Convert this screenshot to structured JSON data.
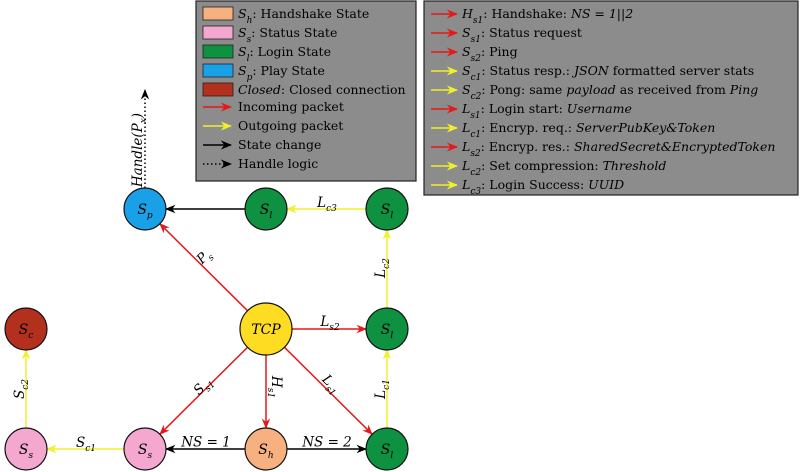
{
  "colors": {
    "handshake": "#f7b07f",
    "status": "#f4a7cf",
    "login": "#0e9140",
    "play": "#1aa0e6",
    "closed": "#b3301e",
    "tcp": "#fddc22",
    "incoming": "#e41a1a",
    "outgoing": "#f1f02a",
    "state_change": "#000000",
    "panel": "#8c8c8c"
  },
  "legend": {
    "states": [
      {
        "key": "handshake",
        "sym": "S",
        "sub": "h",
        "text": ": Handshake State"
      },
      {
        "key": "status",
        "sym": "S",
        "sub": "s",
        "text": ": Status State"
      },
      {
        "key": "login",
        "sym": "S",
        "sub": "l",
        "text": ": Login State"
      },
      {
        "key": "play",
        "sym": "S",
        "sub": "p",
        "text": ": Play State"
      },
      {
        "key": "closed",
        "sym": "Closed",
        "sub": "",
        "text": ": Closed connection"
      }
    ],
    "arrows": [
      {
        "key": "incoming",
        "text": "Incoming packet",
        "style": "solid"
      },
      {
        "key": "outgoing",
        "text": "Outgoing packet",
        "style": "solid"
      },
      {
        "key": "state_change",
        "text": "State change",
        "style": "solid"
      },
      {
        "key": "handle_logic",
        "text": "Handle logic",
        "style": "dotted"
      }
    ]
  },
  "packets": [
    {
      "dir": "incoming",
      "sym": "H",
      "sub": "s1",
      "text": ": Handshake: ",
      "math": "NS = 1||2"
    },
    {
      "dir": "incoming",
      "sym": "S",
      "sub": "s1",
      "text": ": Status request",
      "math": ""
    },
    {
      "dir": "incoming",
      "sym": "S",
      "sub": "s2",
      "text": ": Ping",
      "math": ""
    },
    {
      "dir": "outgoing",
      "sym": "S",
      "sub": "c1",
      "text": ": Status resp.: ",
      "math": "JSON",
      "tail": " formatted server stats"
    },
    {
      "dir": "outgoing",
      "sym": "S",
      "sub": "c2",
      "text": ": Pong: same ",
      "math": "payload",
      "tail": " as received from ",
      "math2": "Ping"
    },
    {
      "dir": "incoming",
      "sym": "L",
      "sub": "s1",
      "text": ": Login start: ",
      "math": "Username"
    },
    {
      "dir": "outgoing",
      "sym": "L",
      "sub": "c1",
      "text": ": Encryp. req.: ",
      "math": "ServerPubKey&Token"
    },
    {
      "dir": "incoming",
      "sym": "L",
      "sub": "s2",
      "text": ": Encryp. res.: ",
      "math": "SharedSecret&EncryptedToken"
    },
    {
      "dir": "outgoing",
      "sym": "L",
      "sub": "c2",
      "text": ": Set compression: ",
      "math": "Threshold"
    },
    {
      "dir": "outgoing",
      "sym": "L",
      "sub": "c3",
      "text": ": Login Success: ",
      "math": "UUID"
    }
  ],
  "nodes": [
    {
      "id": "Sp",
      "sym": "S",
      "sub": "p",
      "key": "play"
    },
    {
      "id": "Sl_top_mid",
      "sym": "S",
      "sub": "l",
      "key": "login"
    },
    {
      "id": "Sl_top_right",
      "sym": "S",
      "sub": "l",
      "key": "login"
    },
    {
      "id": "Sc",
      "sym": "S",
      "sub": "c",
      "key": "closed"
    },
    {
      "id": "TCP",
      "sym": "TCP",
      "sub": "",
      "key": "tcp"
    },
    {
      "id": "Sl_mid_right",
      "sym": "S",
      "sub": "l",
      "key": "login"
    },
    {
      "id": "Ss_left",
      "sym": "S",
      "sub": "s",
      "key": "status"
    },
    {
      "id": "Ss_mid",
      "sym": "S",
      "sub": "s",
      "key": "status"
    },
    {
      "id": "Sh",
      "sym": "S",
      "sub": "h",
      "key": "handshake"
    },
    {
      "id": "Sl_bottom_right",
      "sym": "S",
      "sub": "l",
      "key": "login"
    }
  ],
  "edges": [
    {
      "id": "handle",
      "label": "Handle(P",
      "labelsub": "x",
      "labeltail": ")",
      "type": "dotted"
    },
    {
      "id": "Lc3",
      "sym": "L",
      "sub": "c3",
      "type": "outgoing"
    },
    {
      "id": "Ps",
      "sym": "P",
      "sub": "s",
      "type": "incoming"
    },
    {
      "id": "Lc2",
      "sym": "L",
      "sub": "c2",
      "type": "outgoing"
    },
    {
      "id": "Ls2",
      "sym": "L",
      "sub": "s2",
      "type": "incoming"
    },
    {
      "id": "Sc2",
      "sym": "S",
      "sub": "c2",
      "type": "outgoing"
    },
    {
      "id": "Ss1",
      "sym": "S",
      "sub": "s1",
      "type": "incoming"
    },
    {
      "id": "Hs1",
      "sym": "H",
      "sub": "s1",
      "type": "incoming"
    },
    {
      "id": "Ls1",
      "sym": "L",
      "sub": "s1",
      "type": "incoming"
    },
    {
      "id": "Lc1",
      "sym": "L",
      "sub": "c1",
      "type": "outgoing"
    },
    {
      "id": "Sc1",
      "sym": "S",
      "sub": "c1",
      "type": "outgoing"
    },
    {
      "id": "NS1",
      "label": "NS = 1",
      "type": "state_change"
    },
    {
      "id": "NS2",
      "label": "NS = 2",
      "type": "state_change"
    },
    {
      "id": "SlToSp",
      "type": "state_change"
    }
  ]
}
